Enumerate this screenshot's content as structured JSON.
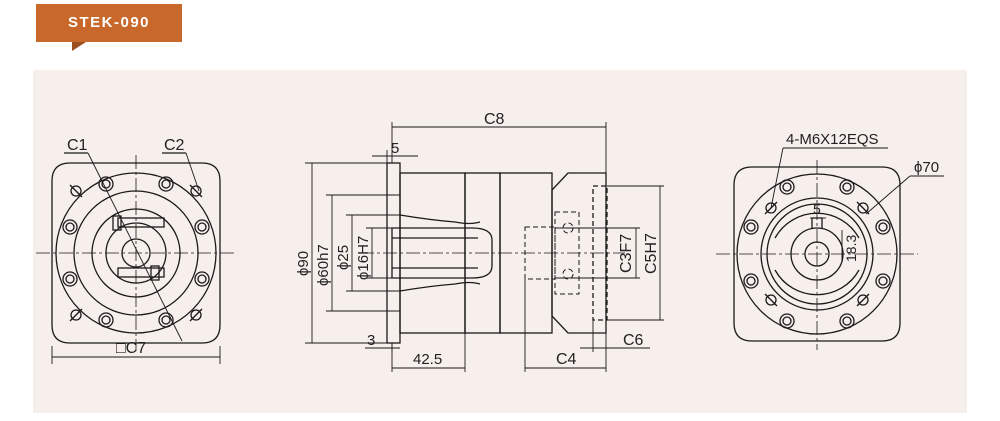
{
  "header": {
    "model_tag": "STEK-090"
  },
  "colors": {
    "tag": "#c8692b",
    "panel": "#f7efec",
    "line": "#1a1a1a"
  },
  "left_view": {
    "c1": "C1",
    "c2": "C2",
    "c7": "□C7"
  },
  "side_view": {
    "c8": "C8",
    "d5": "5",
    "d90": "ϕ90",
    "d60": "ϕ60h7",
    "d25": "ϕ25",
    "d16": "ϕ16H7",
    "d3": "3",
    "d42": "42.5",
    "c4": "C4",
    "c6": "C6",
    "c3": "C3F7",
    "c5": "C5H7"
  },
  "right_view": {
    "bolts": "4-M6X12EQS",
    "d70": "ϕ70",
    "k5": "5",
    "k18": "18.3"
  }
}
